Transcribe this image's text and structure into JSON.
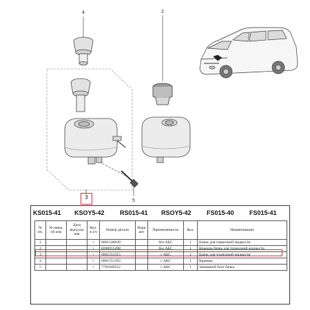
{
  "callouts": [
    "4",
    "2",
    "3",
    "5"
  ],
  "highlight_color": "#d32f3a",
  "catalog_codes": [
    "KS015-41",
    "KSOY5-42",
    "RS015-41",
    "RSOY5-42",
    "FS015-40",
    "FS015-41"
  ],
  "table": {
    "headers": [
      "№ пп.",
      "№ ивещ. об изм",
      "Дата выпуска изв",
      "Вкл. в з/ч",
      "Номер детали",
      "Вари ант",
      "Применяемость",
      "Кол.",
      "Наименование"
    ],
    "rows": [
      [
        "1",
        "",
        "",
        "+",
        "6001548630",
        "",
        "без АБС",
        "1",
        "Бачок для тормозной жидкости"
      ],
      [
        "2",
        "",
        "",
        "+",
        "8200015498",
        "",
        "без АБС",
        "1",
        "Крышка бачка для тормозной жидкости"
      ],
      [
        "3",
        "",
        "",
        "+",
        "6001551315",
        "",
        "с АБС",
        "1",
        "Бачок для тормозной жидкости"
      ],
      [
        "4",
        "",
        "",
        "+",
        "6001551393",
        "",
        "с АБС",
        "1",
        "Крышка"
      ],
      [
        "5",
        "",
        "",
        "+",
        "7701049552",
        "",
        "с АБС",
        "1",
        "Зажимной болт бачка"
      ]
    ]
  }
}
